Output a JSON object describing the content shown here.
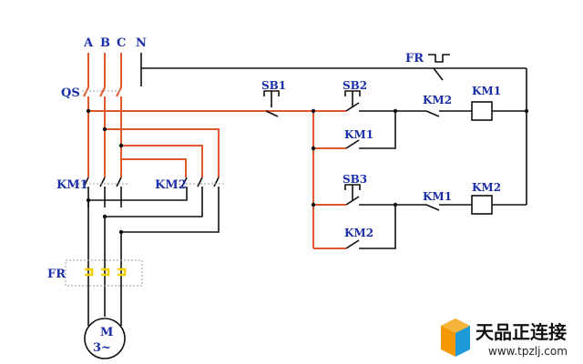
{
  "phases": [
    "A",
    "B",
    "C",
    "N"
  ],
  "labels": {
    "qs": "QS",
    "km1_main": "KM1",
    "km2_main": "KM2",
    "fr_main": "FR",
    "fr_ctrl": "FR",
    "sb1": "SB1",
    "sb2": "SB2",
    "sb3": "SB3",
    "km1_hold": "KM1",
    "km2_hold": "KM2",
    "km2_interlock": "KM2",
    "km1_coil": "KM1",
    "km1_interlock": "KM1",
    "km2_coil": "KM2",
    "motor_m": "M",
    "motor_3ph": "3~"
  },
  "brand": {
    "name": "天品正连接",
    "url": "www.tpzlj.com"
  },
  "colors": {
    "label": "#1a2ea8",
    "wire_orange": "#e0582a",
    "wire_black": "#111111",
    "thermal_element": "#f2d000",
    "logo_orange": "#f39800",
    "logo_blue": "#1f9ad8"
  }
}
